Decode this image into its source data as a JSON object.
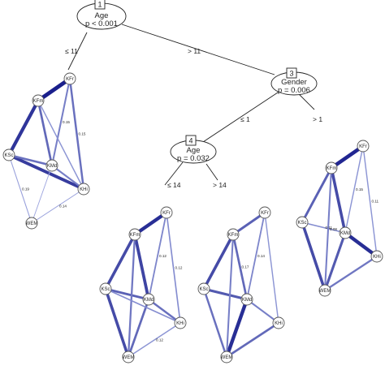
{
  "splits": [
    {
      "id": "1",
      "variable": "Age",
      "p": "p < 0.001"
    },
    {
      "id": "3",
      "variable": "Gender",
      "p": "p = 0.006"
    },
    {
      "id": "4",
      "variable": "Age",
      "p": "p = 0.032"
    }
  ],
  "branches": [
    {
      "from": "1",
      "to": "leaf-2",
      "label": "≤ 11"
    },
    {
      "from": "1",
      "to": "3",
      "label": "> 11"
    },
    {
      "from": "3",
      "to": "4",
      "label": "≤ 1"
    },
    {
      "from": "3",
      "to": "leaf-7",
      "label": "> 1"
    },
    {
      "from": "4",
      "to": "leaf-5",
      "label": "≤ 14"
    },
    {
      "from": "4",
      "to": "leaf-6",
      "label": "> 14"
    }
  ],
  "network_nodes": [
    "KFr",
    "KFm",
    "KSc",
    "KMd",
    "KHi",
    "WEM"
  ],
  "colors": {
    "edge_strong": "#1a1f8c",
    "edge_weak": "#a9b2e6",
    "line": "#222222"
  },
  "leaves": [
    {
      "id": "leaf-2",
      "edges": [
        {
          "a": "KFr",
          "b": "KFm",
          "w": 1.0,
          "label": ""
        },
        {
          "a": "KFm",
          "b": "KSc",
          "w": 0.85,
          "label": ""
        },
        {
          "a": "KSc",
          "b": "KHi",
          "w": 0.8,
          "label": ""
        },
        {
          "a": "KFm",
          "b": "KMd",
          "w": 0.5,
          "label": ""
        },
        {
          "a": "KFr",
          "b": "KMd",
          "w": 0.35,
          "label": "0.15"
        },
        {
          "a": "KFr",
          "b": "KHi",
          "w": 0.45,
          "label": "0.15"
        },
        {
          "a": "KMd",
          "b": "KHi",
          "w": 0.35,
          "label": ""
        },
        {
          "a": "KSc",
          "b": "KMd",
          "w": 0.45,
          "label": ""
        },
        {
          "a": "KFm",
          "b": "KHi",
          "w": 0.2,
          "label": ""
        },
        {
          "a": "KSc",
          "b": "WEM",
          "w": 0.12,
          "label": "0.19"
        },
        {
          "a": "WEM",
          "b": "KHi",
          "w": 0.1,
          "label": "0.14"
        },
        {
          "a": "KMd",
          "b": "WEM",
          "w": 0.08,
          "label": ""
        }
      ]
    },
    {
      "id": "leaf-5",
      "edges": [
        {
          "a": "KFr",
          "b": "KFm",
          "w": 0.9,
          "label": ""
        },
        {
          "a": "KFm",
          "b": "KSc",
          "w": 0.7,
          "label": ""
        },
        {
          "a": "KFm",
          "b": "KMd",
          "w": 0.75,
          "label": ""
        },
        {
          "a": "KFr",
          "b": "KMd",
          "w": 0.3,
          "label": "0.12"
        },
        {
          "a": "KFr",
          "b": "KHi",
          "w": 0.25,
          "label": "0.12"
        },
        {
          "a": "KSc",
          "b": "KMd",
          "w": 0.55,
          "label": ""
        },
        {
          "a": "KMd",
          "b": "KHi",
          "w": 0.45,
          "label": ""
        },
        {
          "a": "KSc",
          "b": "WEM",
          "w": 0.7,
          "label": ""
        },
        {
          "a": "KMd",
          "b": "WEM",
          "w": 0.5,
          "label": ""
        },
        {
          "a": "WEM",
          "b": "KHi",
          "w": 0.2,
          "label": "0.12"
        },
        {
          "a": "KFm",
          "b": "WEM",
          "w": 0.4,
          "label": ""
        },
        {
          "a": "KSc",
          "b": "KHi",
          "w": 0.25,
          "label": ""
        }
      ]
    },
    {
      "id": "leaf-6",
      "edges": [
        {
          "a": "KFr",
          "b": "KFm",
          "w": 0.55,
          "label": ""
        },
        {
          "a": "KFm",
          "b": "KSc",
          "w": 0.7,
          "label": ""
        },
        {
          "a": "KFm",
          "b": "KMd",
          "w": 0.5,
          "label": "0.17"
        },
        {
          "a": "KFr",
          "b": "KMd",
          "w": 0.3,
          "label": "0.14"
        },
        {
          "a": "KFr",
          "b": "KHi",
          "w": 0.2,
          "label": ""
        },
        {
          "a": "KSc",
          "b": "KMd",
          "w": 0.6,
          "label": ""
        },
        {
          "a": "KMd",
          "b": "KHi",
          "w": 0.35,
          "label": ""
        },
        {
          "a": "KSc",
          "b": "WEM",
          "w": 0.45,
          "label": ""
        },
        {
          "a": "KMd",
          "b": "WEM",
          "w": 0.9,
          "label": ""
        },
        {
          "a": "WEM",
          "b": "KHi",
          "w": 0.5,
          "label": ""
        },
        {
          "a": "KFm",
          "b": "WEM",
          "w": 0.35,
          "label": ""
        }
      ]
    },
    {
      "id": "leaf-7",
      "edges": [
        {
          "a": "KFr",
          "b": "KFm",
          "w": 0.95,
          "label": ""
        },
        {
          "a": "KFm",
          "b": "KSc",
          "w": 0.55,
          "label": ""
        },
        {
          "a": "KFm",
          "b": "KMd",
          "w": 0.7,
          "label": ""
        },
        {
          "a": "KFr",
          "b": "KMd",
          "w": 0.2,
          "label": "0.15"
        },
        {
          "a": "KFr",
          "b": "KHi",
          "w": 0.2,
          "label": "0.11"
        },
        {
          "a": "KSc",
          "b": "KMd",
          "w": 0.25,
          "label": "0.11"
        },
        {
          "a": "KMd",
          "b": "KHi",
          "w": 0.9,
          "label": ""
        },
        {
          "a": "KSc",
          "b": "WEM",
          "w": 0.7,
          "label": ""
        },
        {
          "a": "KMd",
          "b": "WEM",
          "w": 0.6,
          "label": ""
        },
        {
          "a": "WEM",
          "b": "KHi",
          "w": 0.4,
          "label": ""
        },
        {
          "a": "KFm",
          "b": "WEM",
          "w": 0.35,
          "label": "0.08"
        }
      ]
    }
  ]
}
